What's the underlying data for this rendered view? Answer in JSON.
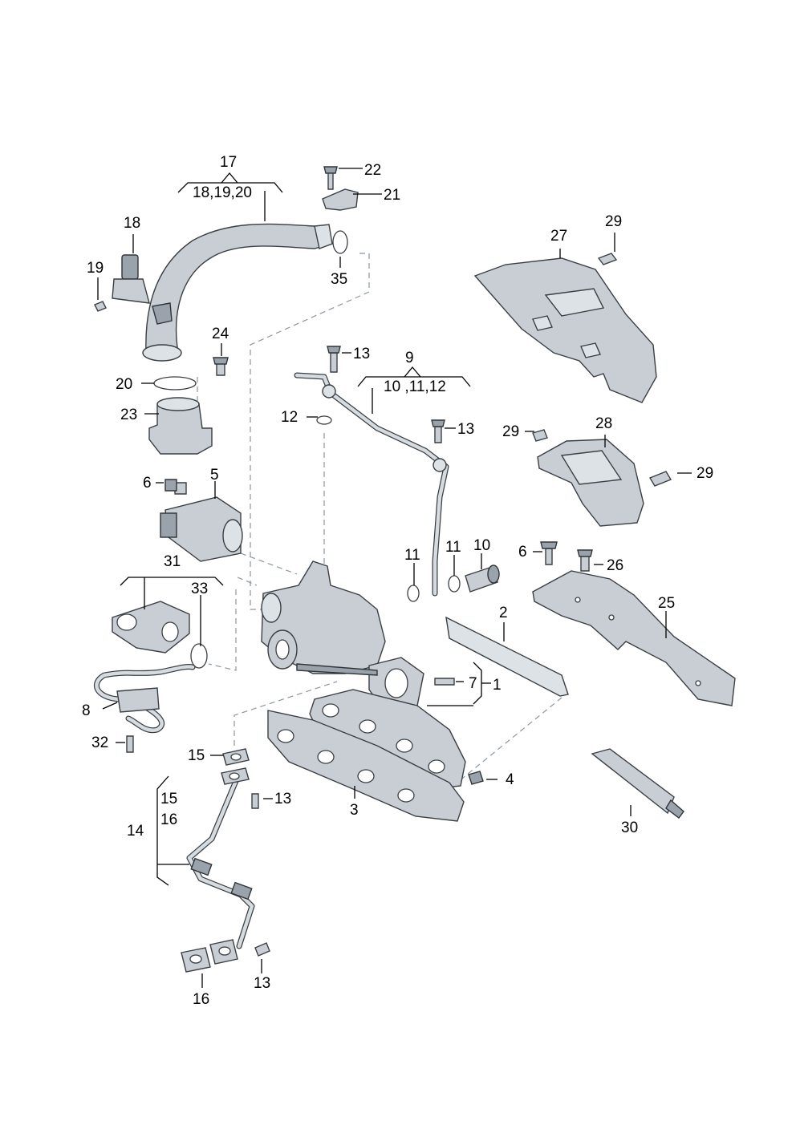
{
  "callouts": [
    {
      "id": "c1",
      "text": "1"
    },
    {
      "id": "c2",
      "text": "2"
    },
    {
      "id": "c3",
      "text": "3"
    },
    {
      "id": "c4",
      "text": "4"
    },
    {
      "id": "c5",
      "text": "5"
    },
    {
      "id": "c6a",
      "text": "6"
    },
    {
      "id": "c6b",
      "text": "6"
    },
    {
      "id": "c7",
      "text": "7"
    },
    {
      "id": "c8",
      "text": "8"
    },
    {
      "id": "c9",
      "text": "9"
    },
    {
      "id": "c9sub",
      "text": "10 ,11,12"
    },
    {
      "id": "c10",
      "text": "10"
    },
    {
      "id": "c11a",
      "text": "11"
    },
    {
      "id": "c11b",
      "text": "11"
    },
    {
      "id": "c12",
      "text": "12"
    },
    {
      "id": "c13a",
      "text": "13"
    },
    {
      "id": "c13b",
      "text": "13"
    },
    {
      "id": "c13c",
      "text": "13"
    },
    {
      "id": "c13d",
      "text": "13"
    },
    {
      "id": "c14",
      "text": "14"
    },
    {
      "id": "c14s1",
      "text": "15"
    },
    {
      "id": "c14s2",
      "text": "16"
    },
    {
      "id": "c15",
      "text": "15"
    },
    {
      "id": "c16",
      "text": "16"
    },
    {
      "id": "c17",
      "text": "17"
    },
    {
      "id": "c17sub",
      "text": "18,19,20"
    },
    {
      "id": "c18",
      "text": "18"
    },
    {
      "id": "c19",
      "text": "19"
    },
    {
      "id": "c20",
      "text": "20"
    },
    {
      "id": "c21",
      "text": "21"
    },
    {
      "id": "c22",
      "text": "22"
    },
    {
      "id": "c23",
      "text": "23"
    },
    {
      "id": "c24",
      "text": "24"
    },
    {
      "id": "c25",
      "text": "25"
    },
    {
      "id": "c26",
      "text": "26"
    },
    {
      "id": "c27",
      "text": "27"
    },
    {
      "id": "c28",
      "text": "28"
    },
    {
      "id": "c29a",
      "text": "29"
    },
    {
      "id": "c29b",
      "text": "29"
    },
    {
      "id": "c29c",
      "text": "29"
    },
    {
      "id": "c30",
      "text": "30"
    },
    {
      "id": "c31",
      "text": "31"
    },
    {
      "id": "c32",
      "text": "32"
    },
    {
      "id": "c33",
      "text": "33"
    },
    {
      "id": "c35",
      "text": "35"
    }
  ],
  "colors": {
    "part_fill": "#c8ced4",
    "outline": "#3a3f44",
    "dash_line": "#8a96a0"
  }
}
